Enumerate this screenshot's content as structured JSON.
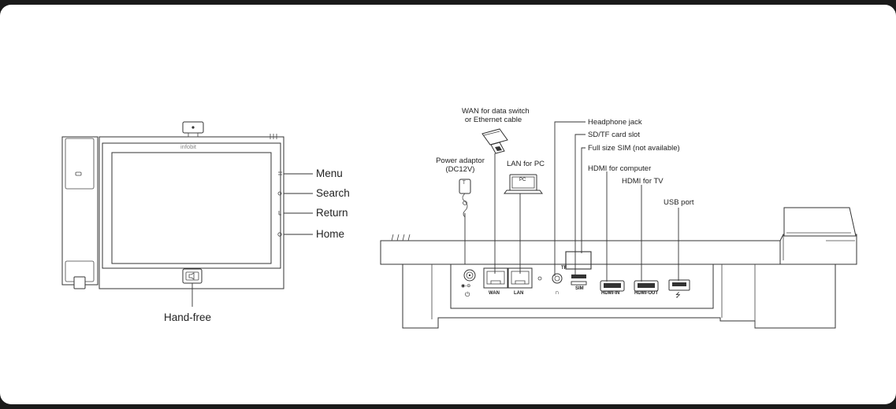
{
  "front": {
    "brand": "infobit",
    "buttons": [
      "Menu",
      "Search",
      "Return",
      "Home"
    ],
    "handfree": "Hand-free"
  },
  "rear": {
    "wan_line1": "WAN for data switch",
    "wan_line2": "or Ethernet cable",
    "power_line1": "Power adaptor",
    "power_line2": "(DC12V)",
    "lan_pc": "LAN for PC",
    "laptop_screen": "PC",
    "adaptor_mark": "T",
    "headphone": "Headphone jack",
    "sdtf": "SD/TF card slot",
    "sim_full": "Full size SIM (not available)",
    "hdmi_computer": "HDMI for computer",
    "hdmi_tv": "HDMI for TV",
    "usb": "USB port"
  },
  "ports": {
    "wan": "WAN",
    "lan": "LAN",
    "tf": "TF",
    "sim": "SIM",
    "hdmi_in": "HDMI-IN",
    "hdmi_out": "HDMI-OUT",
    "usb_symbol": "⭍",
    "dc_symbol": "◉-⊖",
    "power_symbol": "⏻"
  }
}
